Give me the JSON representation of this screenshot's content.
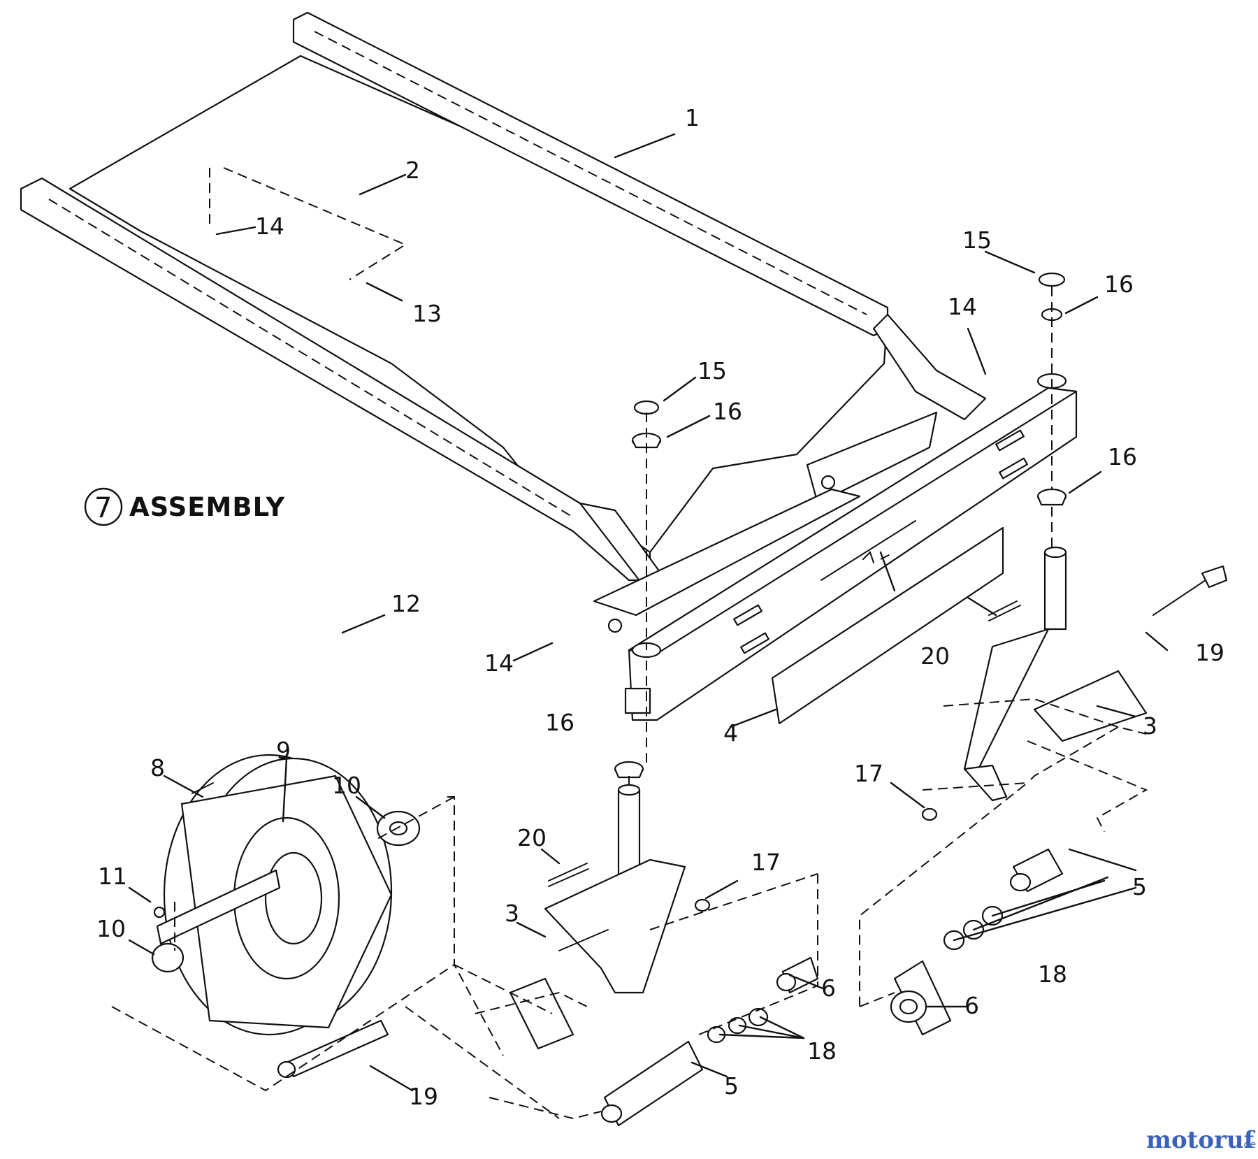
{
  "assembly": {
    "number": "7",
    "title": "ASSEMBLY"
  },
  "callouts": {
    "c1": "1",
    "c2": "2",
    "c13": "13",
    "c14a": "14",
    "c15a": "15",
    "c16a": "16",
    "c14b": "14",
    "c15b": "15",
    "c16b": "16",
    "c16c": "16",
    "c12": "12",
    "c14c": "14",
    "c20a": "20",
    "c19a": "19",
    "c16d": "16",
    "c4": "4",
    "c3a": "3",
    "c17a": "17",
    "c8": "8",
    "c9": "9",
    "c10a": "10",
    "c20b": "20",
    "c11": "11",
    "c10b": "10",
    "c3b": "3",
    "c17b": "17",
    "c5a": "5",
    "c6a": "6",
    "c18a": "18",
    "c18b": "18",
    "c6b": "6",
    "c19b": "19",
    "c5b": "5"
  },
  "watermark": {
    "brand_main": "motoruf",
    "brand_suffix": ".de",
    "color_a": "#3a63b8",
    "color_b": "#c9a23a"
  }
}
